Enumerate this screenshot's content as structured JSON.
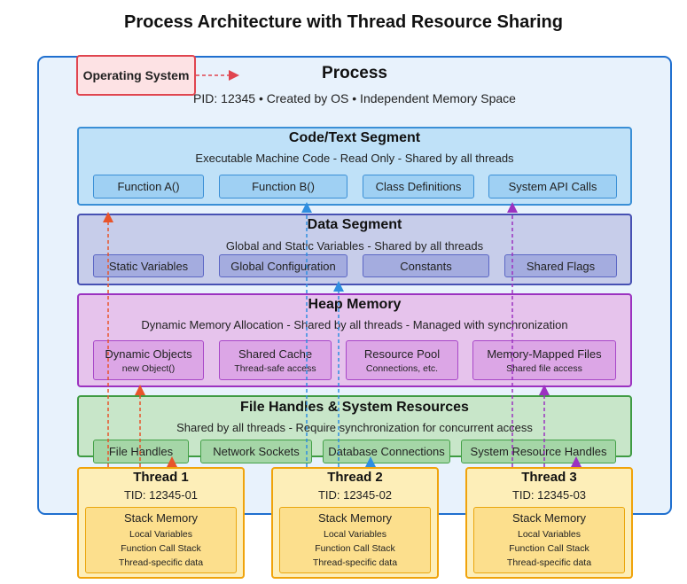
{
  "title": "Process Architecture with Thread Resource Sharing",
  "os": {
    "label": "Operating System"
  },
  "process": {
    "title": "Process",
    "subtitle": "PID: 12345 • Created by OS • Independent Memory Space"
  },
  "code_segment": {
    "title": "Code/Text Segment",
    "subtitle": "Executable Machine Code - Read Only - Shared by all threads",
    "items": [
      "Function A()",
      "Function B()",
      "Class Definitions",
      "System API Calls"
    ]
  },
  "data_segment": {
    "title": "Data Segment",
    "subtitle": "Global and Static Variables - Shared by all threads",
    "items": [
      "Static Variables",
      "Global Configuration",
      "Constants",
      "Shared Flags"
    ]
  },
  "heap": {
    "title": "Heap Memory",
    "subtitle": "Dynamic Memory Allocation - Shared by all threads - Managed with synchronization",
    "items": [
      {
        "label": "Dynamic Objects",
        "sub": "new Object()"
      },
      {
        "label": "Shared Cache",
        "sub": "Thread-safe access"
      },
      {
        "label": "Resource Pool",
        "sub": "Connections, etc."
      },
      {
        "label": "Memory-Mapped Files",
        "sub": "Shared file access"
      }
    ]
  },
  "file_handles": {
    "title": "File Handles & System Resources",
    "subtitle": "Shared by all threads - Require synchronization for concurrent access",
    "items": [
      "File Handles",
      "Network Sockets",
      "Database Connections",
      "System Resource Handles"
    ]
  },
  "threads": [
    {
      "name": "Thread 1",
      "tid": "TID: 12345-01",
      "stack_title": "Stack Memory",
      "stack_lines": [
        "Local Variables",
        "Function Call Stack",
        "Thread-specific data"
      ]
    },
    {
      "name": "Thread 2",
      "tid": "TID: 12345-02",
      "stack_title": "Stack Memory",
      "stack_lines": [
        "Local Variables",
        "Function Call Stack",
        "Thread-specific data"
      ]
    },
    {
      "name": "Thread 3",
      "tid": "TID: 12345-03",
      "stack_title": "Stack Memory",
      "stack_lines": [
        "Local Variables",
        "Function Call Stack",
        "Thread-specific data"
      ]
    }
  ],
  "colors": {
    "thread1": "#e8542a",
    "thread2": "#2f8ee0",
    "thread3": "#9b32c0",
    "os": "#e0454f"
  }
}
